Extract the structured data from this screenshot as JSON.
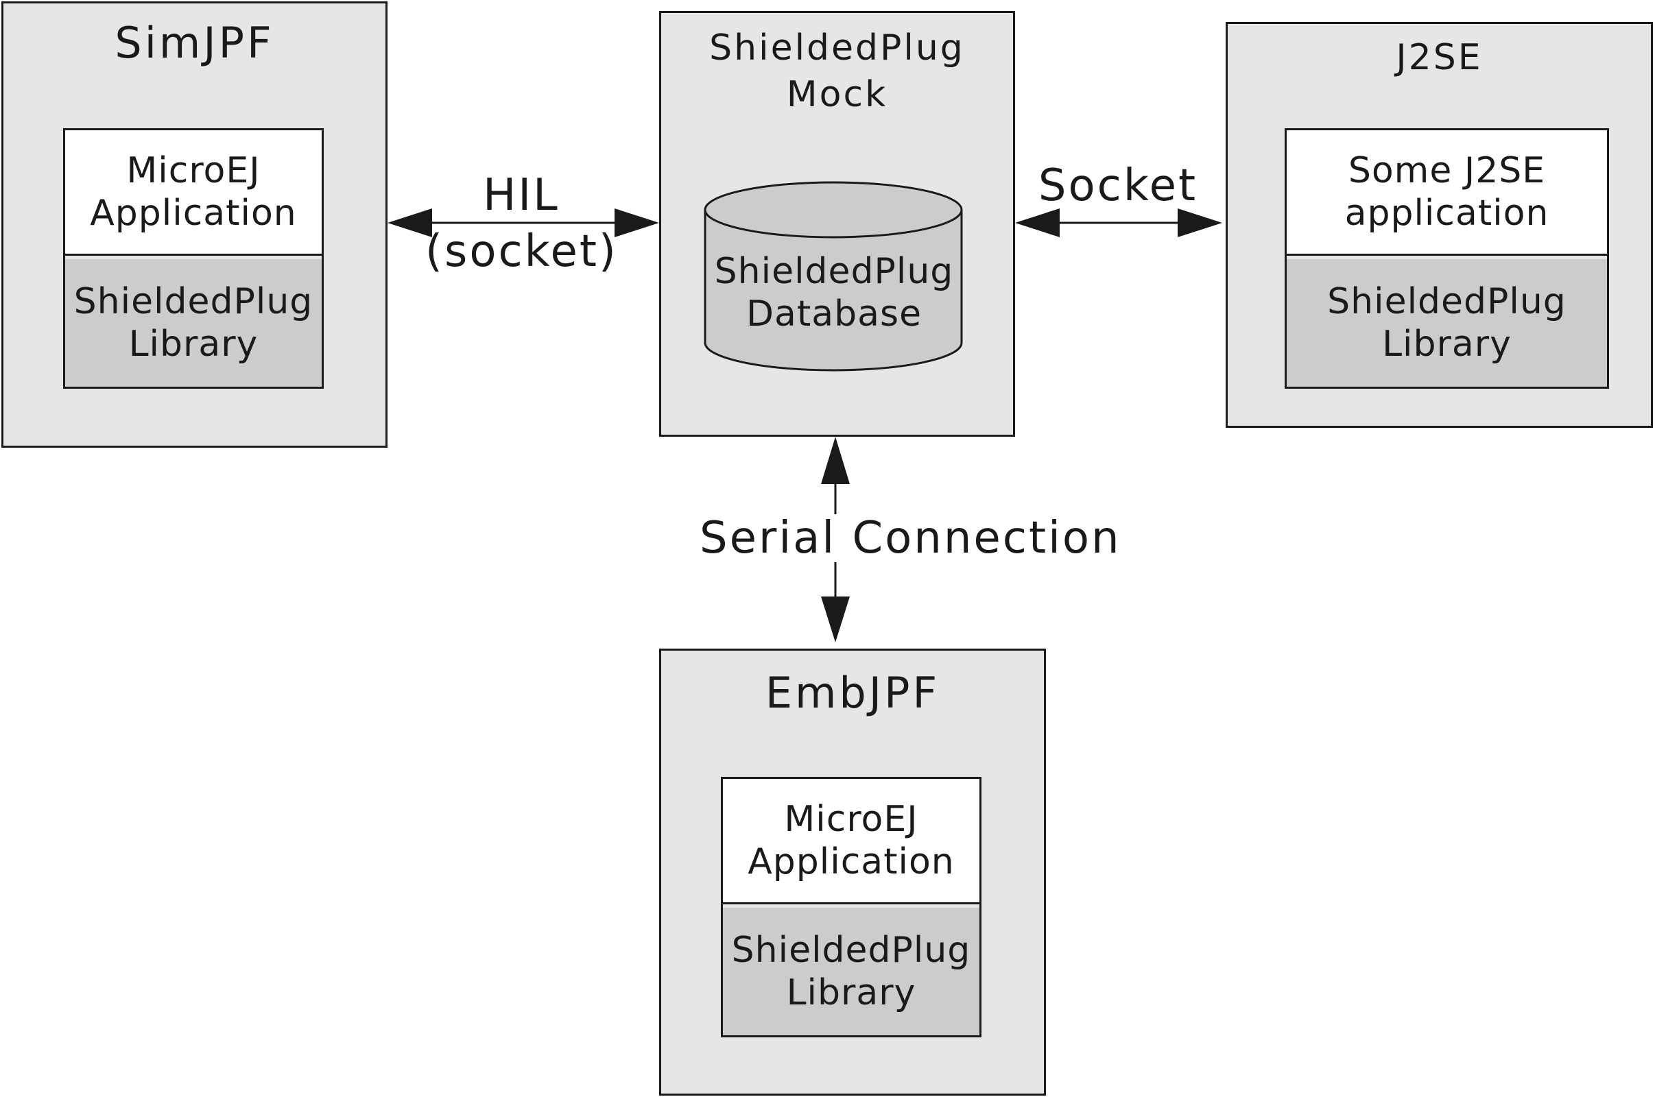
{
  "simjpf": {
    "title": "SimJPF",
    "top_line1": "MicroEJ",
    "top_line2": "Application",
    "bottom_line1": "ShieldedPlug",
    "bottom_line2": "Library"
  },
  "mock": {
    "title_line1": "ShieldedPlug",
    "title_line2": "Mock",
    "db_line1": "ShieldedPlug",
    "db_line2": "Database"
  },
  "j2se": {
    "title": "J2SE",
    "top_line1": "Some J2SE",
    "top_line2": "application",
    "bottom_line1": "ShieldedPlug",
    "bottom_line2": "Library"
  },
  "embjpf": {
    "title": "EmbJPF",
    "top_line1": "MicroEJ",
    "top_line2": "Application",
    "bottom_line1": "ShieldedPlug",
    "bottom_line2": "Library"
  },
  "connections": {
    "hil_line1": "HIL",
    "hil_line2": "(socket)",
    "socket": "Socket",
    "serial": "Serial Connection"
  },
  "colors": {
    "outer_fill": "#e6e6e6",
    "library_fill": "#cccccc",
    "application_fill": "#ffffff",
    "stroke": "#1a1a1a"
  }
}
